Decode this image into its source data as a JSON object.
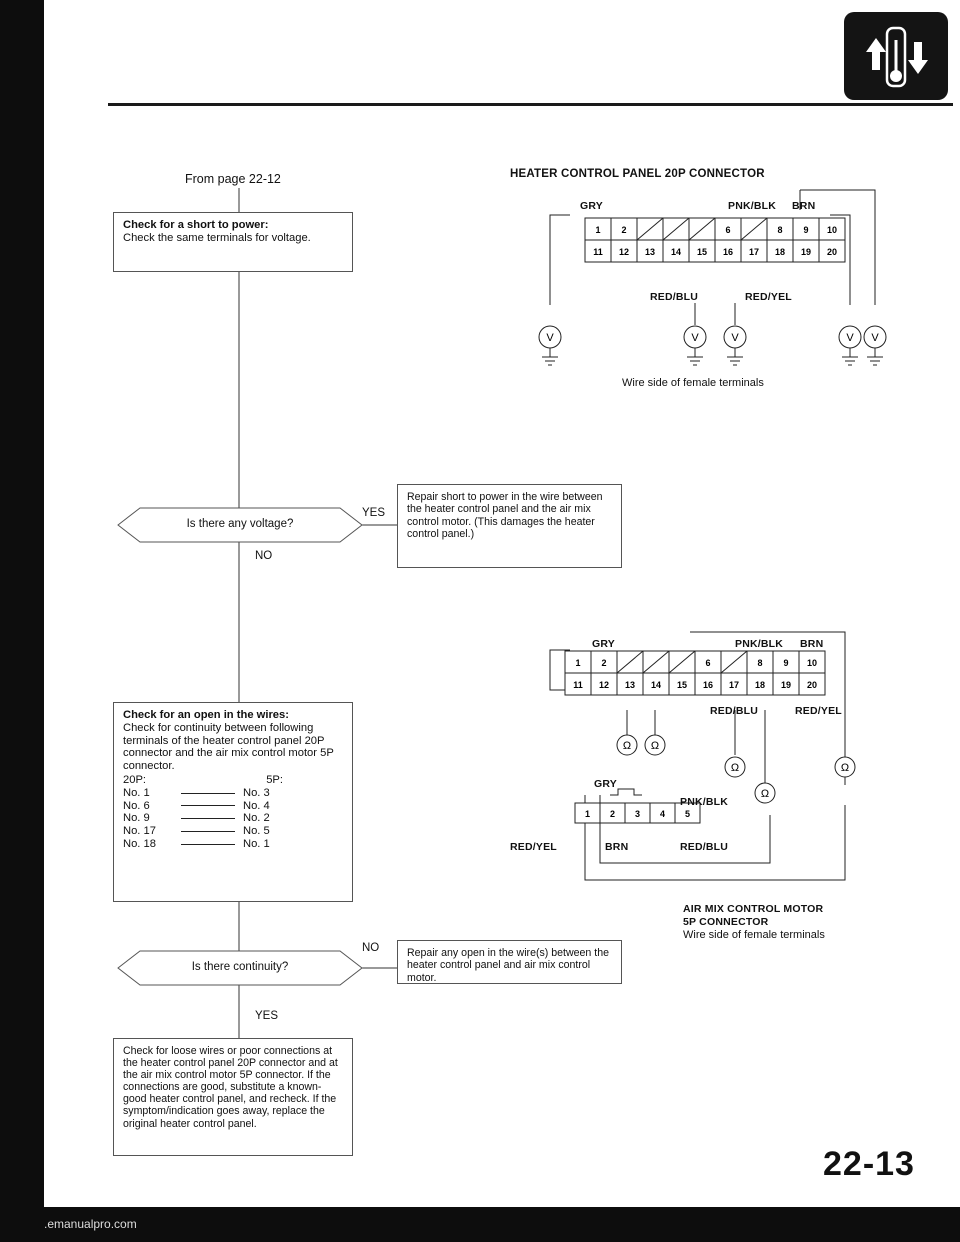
{
  "header": {
    "from_page": "From page 22-12",
    "heater_connector_title": "HEATER CONTROL PANEL 20P CONNECTOR"
  },
  "flow": {
    "box_short_power": {
      "title": "Check for a short to power:",
      "body": "Check the same terminals for voltage."
    },
    "q_voltage": "Is there any voltage?",
    "yes1": "YES",
    "no1": "NO",
    "box_repair_short": "Repair short to power in the wire between the heater control panel and the air mix control motor. (This damages the heater control panel.)",
    "box_open": {
      "title": "Check for an open in the wires:",
      "body": "Check for continuity between following terminals of the heater control panel 20P connector and the air mix control motor 5P connector.",
      "col_a": "20P:",
      "col_b": "5P:",
      "rows": [
        {
          "a": "No. 1",
          "b": "No. 3"
        },
        {
          "a": "No. 6",
          "b": "No. 4"
        },
        {
          "a": "No. 9",
          "b": "No. 2"
        },
        {
          "a": "No. 17",
          "b": "No. 5"
        },
        {
          "a": "No. 18",
          "b": "No. 1"
        }
      ]
    },
    "q_continuity": "Is there continuity?",
    "no2": "NO",
    "yes2": "YES",
    "box_repair_open": "Repair any open in the wire(s) between the heater control panel and air mix control motor.",
    "box_loose": "Check for loose wires or poor connections at the heater control panel 20P connector and at the air mix control motor 5P connector. If the connections are good, substitute a known-good heater control panel, and recheck. If the symptom/indication goes away, replace the original heater control panel."
  },
  "diagram1": {
    "wire_top": [
      "GRY",
      "PNK/BLK",
      "BRN"
    ],
    "wire_bottom": [
      "RED/BLU",
      "RED/YEL"
    ],
    "row1": [
      "1",
      "2",
      "",
      "",
      "",
      "6",
      "",
      "8",
      "9",
      "10"
    ],
    "row2": [
      "11",
      "12",
      "13",
      "14",
      "15",
      "16",
      "17",
      "18",
      "19",
      "20"
    ],
    "meter_symbol": "V",
    "caption": "Wire side of female terminals"
  },
  "diagram2": {
    "wire_top": [
      "GRY",
      "PNK/BLK",
      "BRN"
    ],
    "wire_bottom": [
      "RED/BLU",
      "RED/YEL"
    ],
    "row1": [
      "1",
      "2",
      "",
      "",
      "",
      "6",
      "",
      "8",
      "9",
      "10"
    ],
    "row2": [
      "11",
      "12",
      "13",
      "14",
      "15",
      "16",
      "17",
      "18",
      "19",
      "20"
    ],
    "ohm_symbol": "Ω",
    "motor_wires": {
      "gry": "GRY",
      "pnk": "PNK/BLK",
      "red_yel": "RED/YEL",
      "brn": "BRN",
      "red_blu": "RED/BLU"
    },
    "motor_pins": [
      "1",
      "2",
      "3",
      "4",
      "5"
    ],
    "caption_title_1": "AIR MIX CONTROL MOTOR",
    "caption_title_2": "5P CONNECTOR",
    "caption_sub": "Wire side of female terminals"
  },
  "footer": {
    "page_number": "22-13",
    "url": ".emanualpro.com"
  }
}
